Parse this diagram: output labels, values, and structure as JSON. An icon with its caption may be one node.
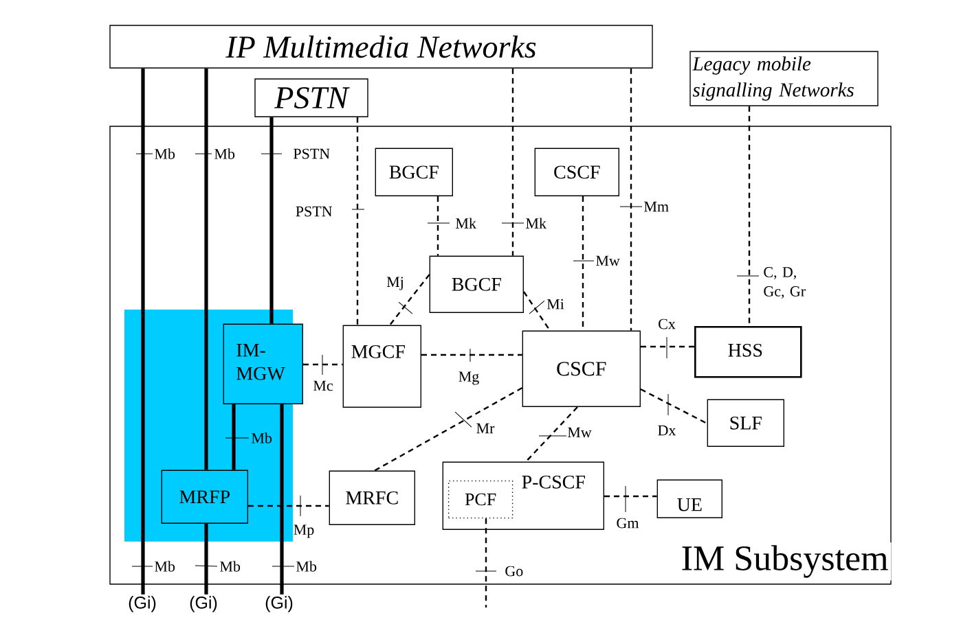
{
  "diagram": {
    "nodes": [
      {
        "text": [
          "IP Multimedia Networks"
        ]
      },
      {
        "text": [
          "Legacy mobile signalling Networks"
        ]
      },
      {
        "text": [
          "PSTN"
        ]
      },
      {
        "text": [
          "IM Subsystem"
        ]
      },
      {
        "text": [
          "BGCF"
        ],
        "in": 3
      },
      {
        "text": [
          "CSCF"
        ],
        "in": 3
      },
      {
        "text": [
          "BGCF"
        ],
        "in": 3
      },
      {
        "text": [
          "IM-MGW"
        ],
        "in": 3
      },
      {
        "text": [
          "MGCF"
        ],
        "in": 3
      },
      {
        "text": [
          "CSCF"
        ],
        "in": 3
      },
      {
        "text": [
          "HSS"
        ],
        "in": 3
      },
      {
        "text": [
          "SLF"
        ],
        "in": 3
      },
      {
        "text": [
          "MRFP"
        ],
        "in": 3
      },
      {
        "text": [
          "MRFC"
        ],
        "in": 3
      },
      {
        "text": [
          "P-CSCF"
        ],
        "in": 3
      },
      {
        "text": [
          "PCF"
        ],
        "in": 14
      },
      {
        "text": [
          "UE"
        ],
        "in": 3
      },
      {
        "text": [
          "(Gi)"
        ]
      },
      {
        "text": [
          "(Gi)"
        ]
      },
      {
        "text": [
          "(Gi)"
        ]
      }
    ],
    "edges": [
      {
        "from": 0,
        "to": 17,
        "arrow": "none",
        "style": "thick",
        "label": "Mb"
      },
      {
        "from": 0,
        "to": 12,
        "arrow": "none",
        "style": "thick",
        "label": "Mb"
      },
      {
        "from": 2,
        "to": 7,
        "arrow": "none",
        "style": "thick",
        "label": "PSTN"
      },
      {
        "from": 7,
        "to": 12,
        "arrow": "none",
        "style": "thick",
        "label": "Mb"
      },
      {
        "from": 12,
        "to": 18,
        "arrow": "none",
        "style": "thick",
        "label": "Mb"
      },
      {
        "from": 7,
        "to": 19,
        "arrow": "none",
        "style": "thick",
        "label": "Mb"
      },
      {
        "from": 2,
        "to": 8,
        "arrow": "none",
        "style": "dashed",
        "label": "PSTN"
      },
      {
        "from": 4,
        "to": 6,
        "arrow": "none",
        "style": "dashed",
        "label": "Mk"
      },
      {
        "from": 0,
        "to": 6,
        "arrow": "none",
        "style": "dashed",
        "label": "Mk"
      },
      {
        "from": 5,
        "to": 9,
        "arrow": "none",
        "style": "dashed",
        "label": "Mw"
      },
      {
        "from": 0,
        "to": 9,
        "arrow": "none",
        "style": "dashed",
        "label": "Mm"
      },
      {
        "from": 1,
        "to": 10,
        "arrow": "none",
        "style": "dashed",
        "label": "C, D, Gc, Gr"
      },
      {
        "from": 6,
        "to": 8,
        "arrow": "none",
        "style": "dashed",
        "label": "Mj"
      },
      {
        "from": 6,
        "to": 9,
        "arrow": "none",
        "style": "dashed",
        "label": "Mi"
      },
      {
        "from": 7,
        "to": 8,
        "arrow": "none",
        "style": "dashed",
        "label": "Mc"
      },
      {
        "from": 8,
        "to": 9,
        "arrow": "none",
        "style": "dashed",
        "label": "Mg"
      },
      {
        "from": 9,
        "to": 10,
        "arrow": "none",
        "style": "dashed",
        "label": "Cx"
      },
      {
        "from": 9,
        "to": 11,
        "arrow": "none",
        "style": "dashed",
        "label": "Dx"
      },
      {
        "from": 9,
        "to": 13,
        "arrow": "none",
        "style": "dashed",
        "label": "Mr"
      },
      {
        "from": 9,
        "to": 14,
        "arrow": "none",
        "style": "dashed",
        "label": "Mw"
      },
      {
        "from": 12,
        "to": 13,
        "arrow": "none",
        "style": "dashed",
        "label": "Mp"
      },
      {
        "from": 14,
        "to": 16,
        "arrow": "none",
        "style": "dashed",
        "label": "Gm"
      },
      {
        "from": 15,
        "to": null,
        "arrow": "none",
        "style": "dashed",
        "label": "Go"
      }
    ],
    "labels": [
      "Mb"
    ]
  }
}
